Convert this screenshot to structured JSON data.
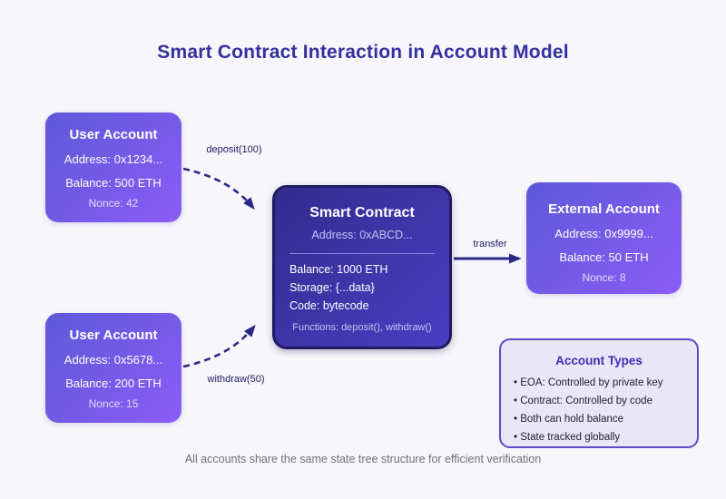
{
  "title": "Smart Contract Interaction in Account Model",
  "caption": "All accounts share the same state tree structure for efficient verification",
  "nodes": {
    "user1": {
      "title": "User Account",
      "address": "Address: 0x1234...",
      "balance": "Balance: 500 ETH",
      "nonce": "Nonce: 42"
    },
    "user2": {
      "title": "User Account",
      "address": "Address: 0x5678...",
      "balance": "Balance: 200 ETH",
      "nonce": "Nonce: 15"
    },
    "contract": {
      "title": "Smart Contract",
      "address": "Address: 0xABCD...",
      "balance": "Balance: 1000 ETH",
      "storage": "Storage: {...data}",
      "code": "Code: bytecode",
      "functions": "Functions: deposit(), withdraw()"
    },
    "external": {
      "title": "External Account",
      "address": "Address: 0x9999...",
      "balance": "Balance: 50 ETH",
      "nonce": "Nonce: 8"
    }
  },
  "edges": {
    "deposit": {
      "label": "deposit(100)",
      "style": "dashed"
    },
    "withdraw": {
      "label": "withdraw(50)",
      "style": "dashed"
    },
    "transfer": {
      "label": "transfer",
      "style": "solid"
    }
  },
  "legend": {
    "title": "Account Types",
    "items": [
      "EOA: Controlled by private key",
      "Contract: Controlled by code",
      "Both can hold balance",
      "State tracked globally"
    ]
  },
  "colors": {
    "background": "#f7f6fb",
    "title_text": "#34309e",
    "account_gradient_start": "#5d59d8",
    "account_gradient_end": "#8b5cf6",
    "contract_gradient_start": "#332b8f",
    "contract_gradient_end": "#4b3ec2",
    "contract_border": "#1e1b5e",
    "arrow": "#2b2786",
    "legend_bg": "#e9e6f8",
    "legend_border": "#5b4cc8",
    "legend_title_text": "#3d2eb0",
    "caption_text": "#6f6f7e"
  }
}
